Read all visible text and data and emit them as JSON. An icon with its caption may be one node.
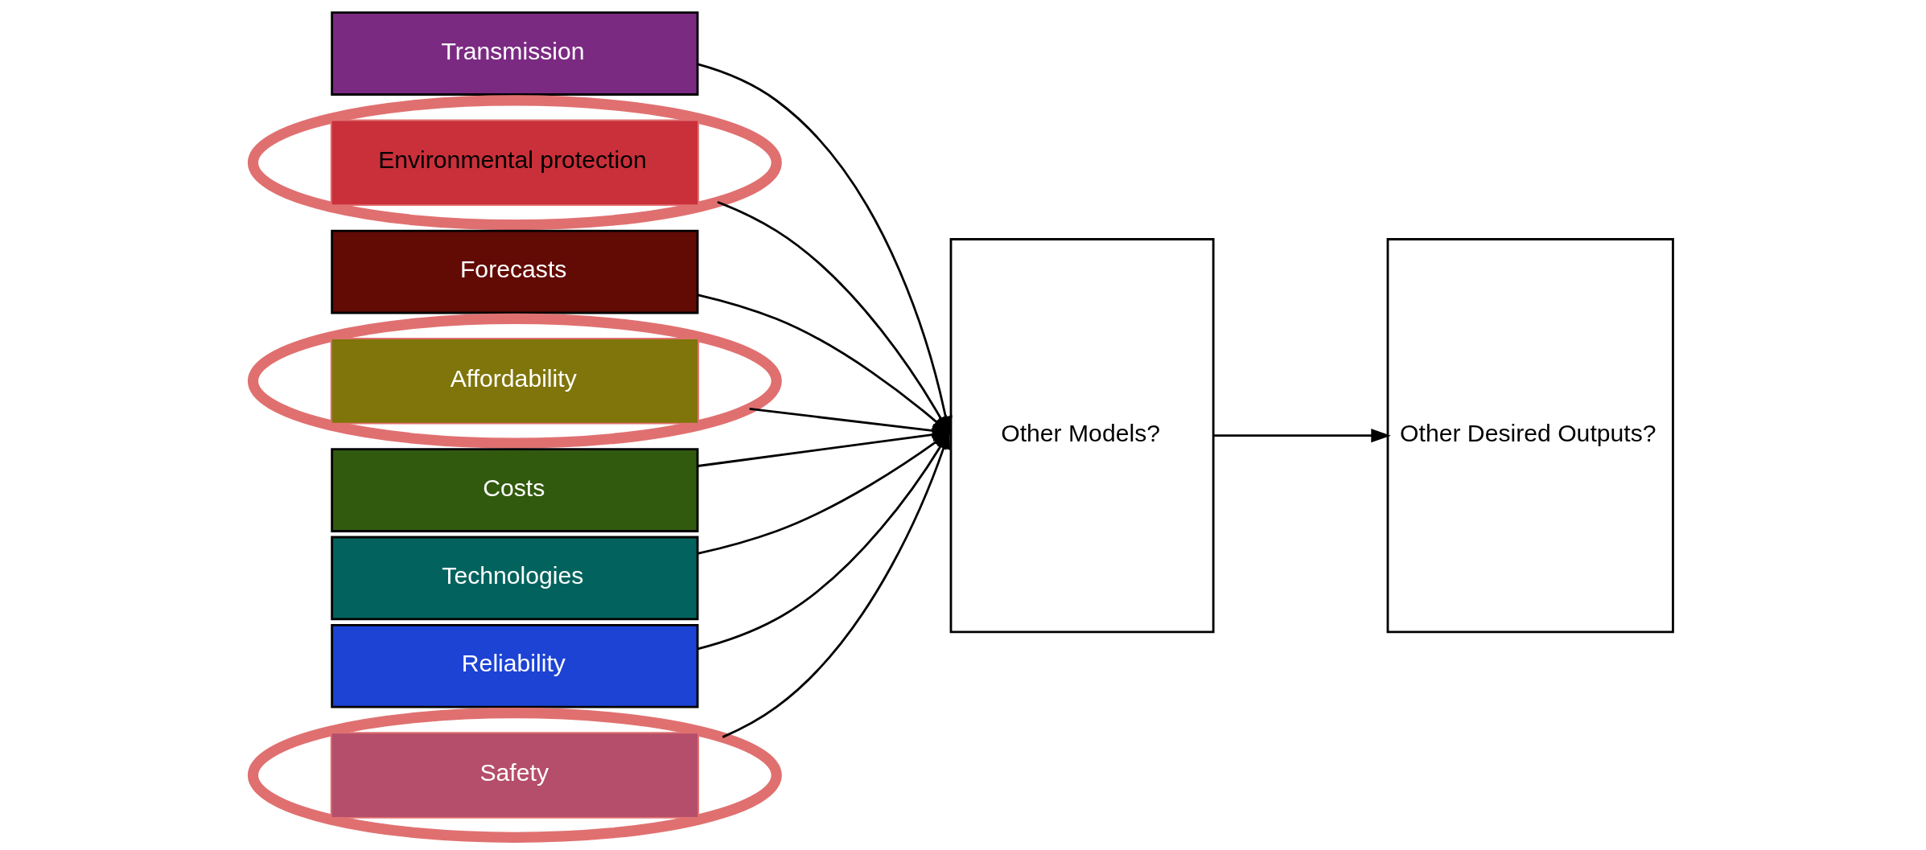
{
  "diagram": {
    "nodes": [
      {
        "text": [
          "Transmission"
        ]
      },
      {
        "text": [
          "Environmental protection"
        ]
      },
      {
        "text": [
          "Forecasts"
        ]
      },
      {
        "text": [
          "Affordability"
        ]
      },
      {
        "text": [
          "Costs"
        ]
      },
      {
        "text": [
          "Technologies"
        ]
      },
      {
        "text": [
          "Reliability"
        ]
      },
      {
        "text": [
          "Safety"
        ]
      },
      {
        "text": [
          "Other Models?"
        ]
      },
      {
        "text": [
          "Other Desired Outputs?"
        ]
      }
    ],
    "edges": [
      {
        "from": 0,
        "to": 8,
        "arrow": "to"
      },
      {
        "from": 1,
        "to": 8,
        "arrow": "to"
      },
      {
        "from": 2,
        "to": 8,
        "arrow": "to"
      },
      {
        "from": 3,
        "to": 8,
        "arrow": "to"
      },
      {
        "from": 4,
        "to": 8,
        "arrow": "to"
      },
      {
        "from": 5,
        "to": 8,
        "arrow": "to"
      },
      {
        "from": 6,
        "to": 8,
        "arrow": "to"
      },
      {
        "from": 7,
        "to": 8,
        "arrow": "to"
      },
      {
        "from": 8,
        "to": 9,
        "arrow": "to"
      }
    ]
  }
}
